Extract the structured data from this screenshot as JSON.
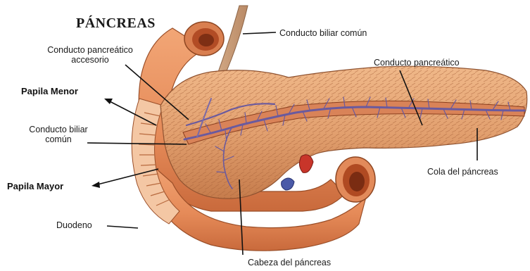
{
  "title": "PÁNCREAS",
  "labels": {
    "conducto_biliar_comun_top": "Conducto biliar común",
    "conducto_pancreatico_accesorio_line1": "Conducto pancreático",
    "conducto_pancreatico_accesorio_line2": "accesorio",
    "conducto_pancreatico": "Conducto pancreático",
    "papila_menor": "Papila Menor",
    "conducto_biliar_comun_left_line1": "Conducto biliar",
    "conducto_biliar_comun_left_line2": "común",
    "papila_mayor": "Papila Mayor",
    "duodeno": "Duodeno",
    "cola_del_pancreas": "Cola del páncreas",
    "cabeza_del_pancreas": "Cabeza del páncreas"
  },
  "colors": {
    "organ_fill": "#e7a070",
    "organ_dark": "#c4703f",
    "duodenum_fill": "#e98f5f",
    "duct_color": "#6a5a9e",
    "leader_line": "#111111"
  }
}
